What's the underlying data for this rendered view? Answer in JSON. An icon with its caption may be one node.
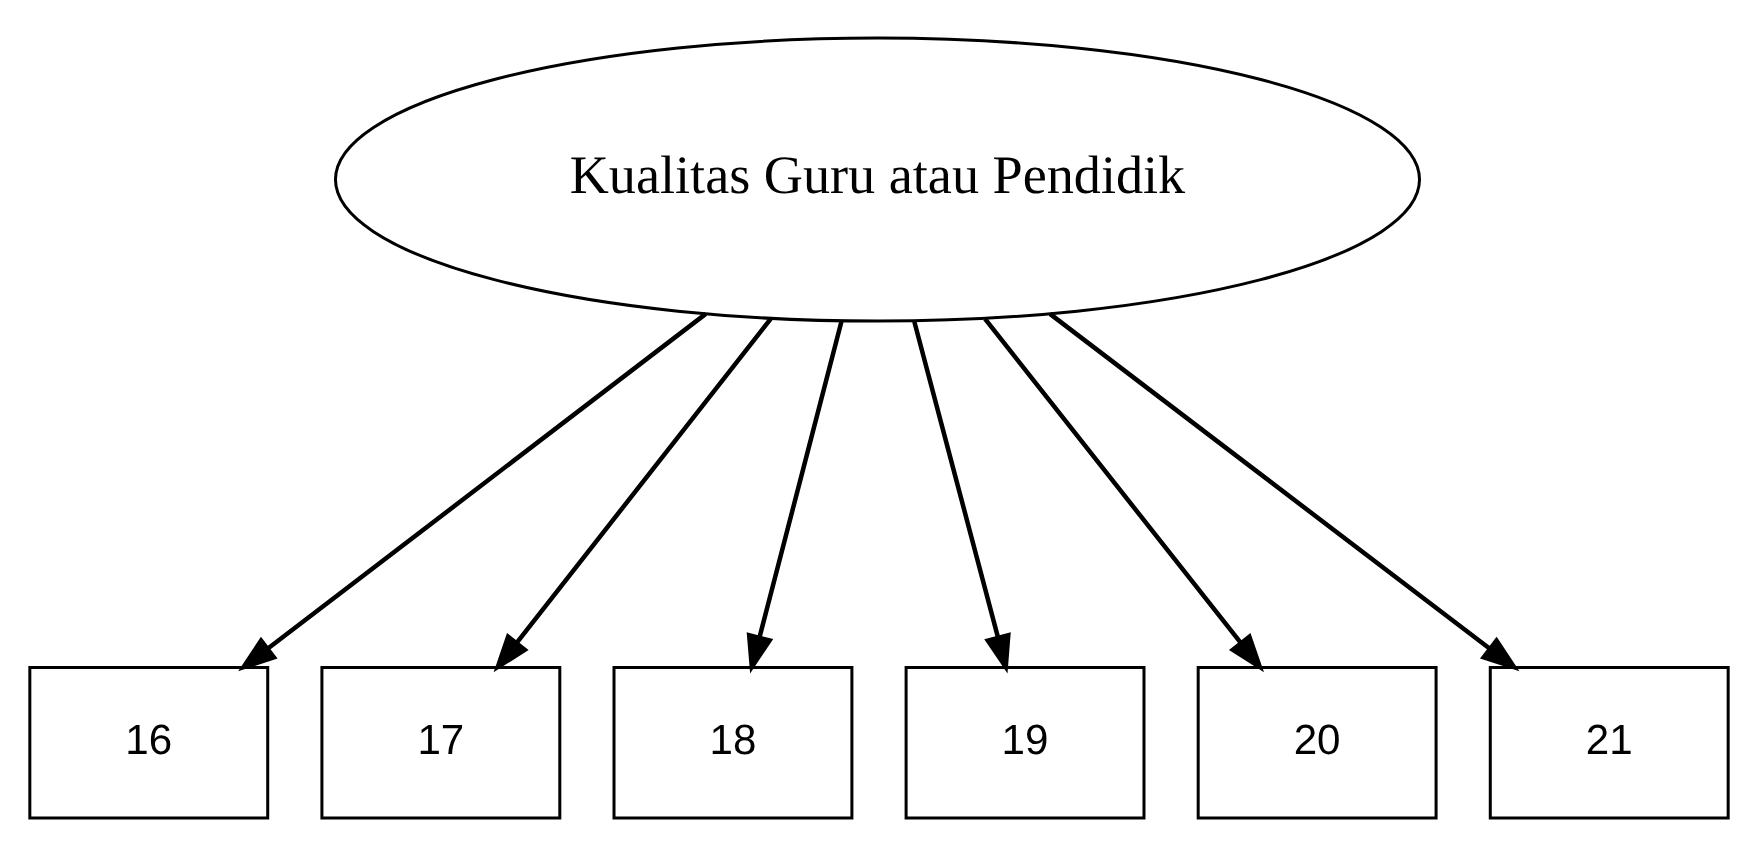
{
  "diagram": {
    "nodes": [
      {
        "text": [
          "Kualitas Guru atau Pendidik"
        ]
      },
      {
        "text": [
          "16"
        ]
      },
      {
        "text": [
          "17"
        ]
      },
      {
        "text": [
          "18"
        ]
      },
      {
        "text": [
          "19"
        ]
      },
      {
        "text": [
          "20"
        ]
      },
      {
        "text": [
          "21"
        ]
      }
    ],
    "edges": [
      {
        "from": 0,
        "to": 1,
        "arrow": "to"
      },
      {
        "from": 0,
        "to": 2,
        "arrow": "to"
      },
      {
        "from": 0,
        "to": 3,
        "arrow": "to"
      },
      {
        "from": 0,
        "to": 4,
        "arrow": "to"
      },
      {
        "from": 0,
        "to": 5,
        "arrow": "to"
      },
      {
        "from": 0,
        "to": 6,
        "arrow": "to"
      }
    ]
  }
}
